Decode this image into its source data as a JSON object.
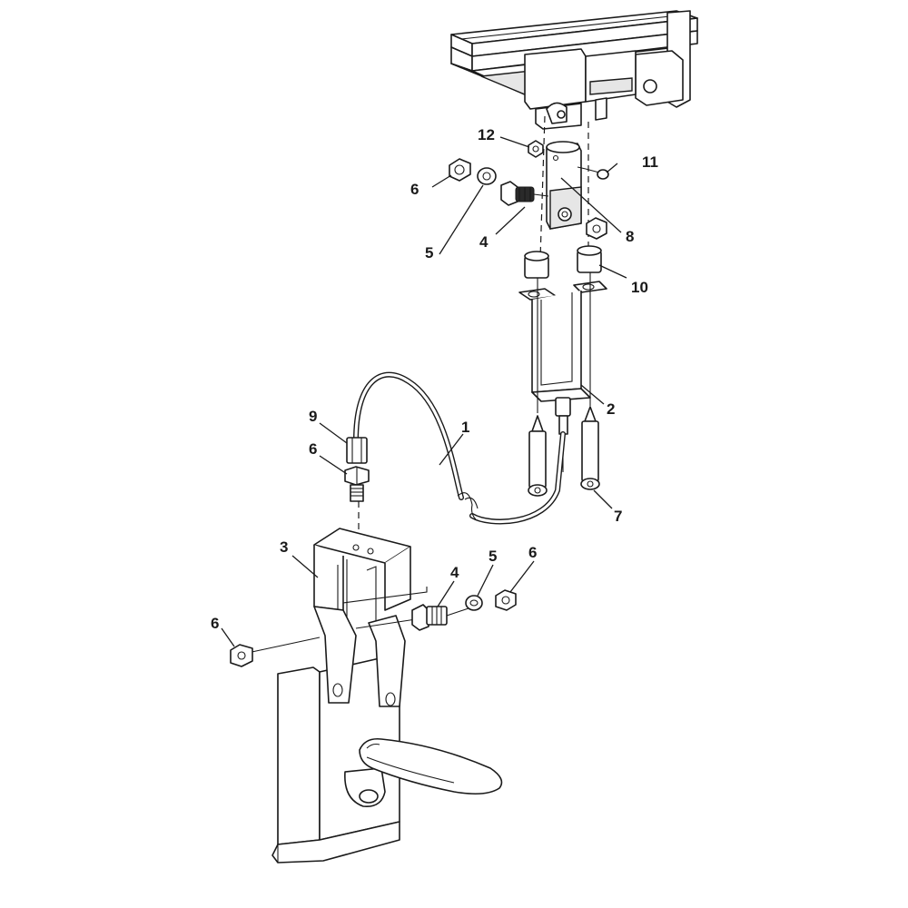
{
  "callouts": {
    "c1": "1",
    "c2": "2",
    "c3": "3",
    "c4_top": "4",
    "c4_bottom": "4",
    "c5_top": "5",
    "c5_bottom": "5",
    "c6_top": "6",
    "c6_mid": "6",
    "c6_bottom_right": "6",
    "c6_bottom_left": "6",
    "c7": "7",
    "c8": "8",
    "c9": "9",
    "c10": "10",
    "c11": "11",
    "c12": "12"
  }
}
